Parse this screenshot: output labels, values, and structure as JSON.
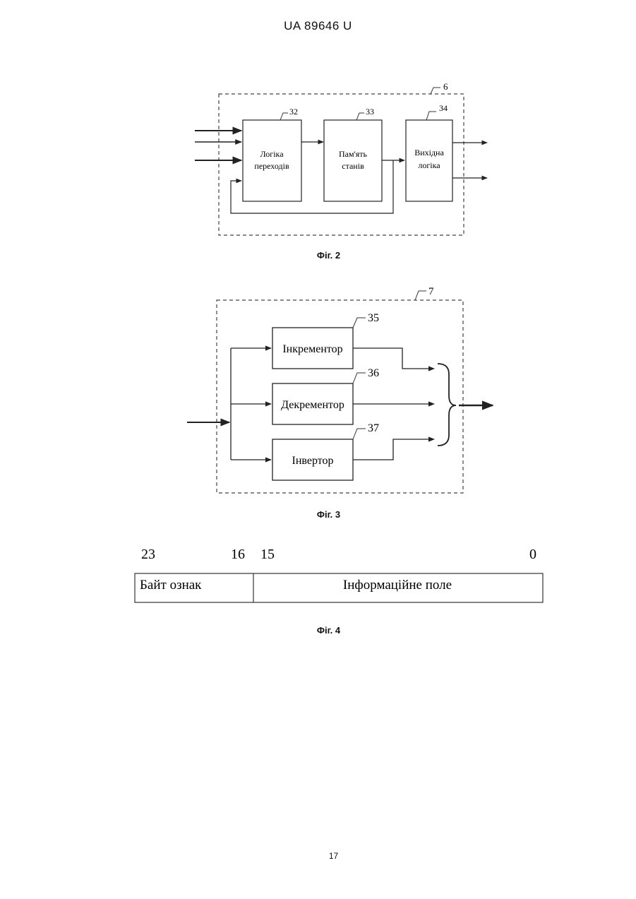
{
  "header": {
    "doc_number": "UA   89646   U"
  },
  "fig2": {
    "caption": "Фіг. 2",
    "box_label": "6",
    "blocks": [
      {
        "num": "32",
        "line1": "Логіка",
        "line2": "переходів"
      },
      {
        "num": "33",
        "line1": "Пам'ять",
        "line2": "станів"
      },
      {
        "num": "34",
        "line1": "Вихідна",
        "line2": "логіка"
      }
    ]
  },
  "fig3": {
    "caption": "Фіг. 3",
    "box_label": "7",
    "blocks": [
      {
        "num": "35",
        "label": "Інкрементор"
      },
      {
        "num": "36",
        "label": "Декрементор"
      },
      {
        "num": "37",
        "label": "Інвертор"
      }
    ]
  },
  "fig4": {
    "caption": "Фіг. 4",
    "bits": {
      "b23": "23",
      "b16": "16",
      "b15": "15",
      "b0": "0"
    },
    "fields": {
      "flags": "Байт ознак",
      "info": "Інформаційне поле"
    }
  },
  "page_number": "17"
}
